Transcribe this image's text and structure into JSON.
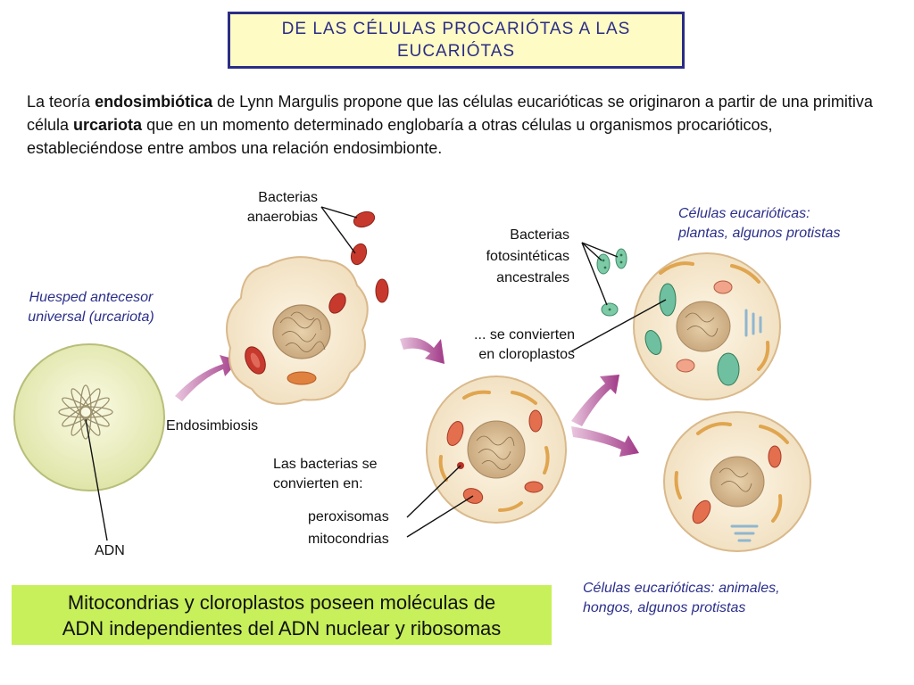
{
  "title": {
    "line1": "DE LAS CÉLULAS PROCARIÓTAS A LAS",
    "line2": "EUCARIÓTAS"
  },
  "intro": {
    "p1": "La teoría ",
    "b1": "endosimbiótica",
    "p2": " de Lynn Margulis propone que las células eucarióticas se originaron a partir de una primitiva célula ",
    "b2": "urcariota",
    "p3": " que en un momento determinado englobaría a otras células u organismos procarióticos, estableciéndose entre ambos una relación endosimbionte."
  },
  "labels": {
    "host_line1": "Huesped antecesor",
    "host_line2": "universal (urcariota)",
    "dna": "ADN",
    "anaerobic_line1": "Bacterias",
    "anaerobic_line2": "anaerobias",
    "endosymbiosis": "Endosimbiosis",
    "become_line1": "Las bacterias se",
    "become_line2": "convierten en:",
    "peroxisomes": "peroxisomas",
    "mitochondria": "mitocondrias",
    "photo_line1": "Bacterias",
    "photo_line2": "fotosintéticas",
    "photo_line3": "ancestrales",
    "chloro_line1": "... se convierten",
    "chloro_line2": "en cloroplastos",
    "plants_line1": "Células eucarióticas:",
    "plants_line2": "plantas, algunos protistas",
    "animals_line1": "Células eucarióticas: animales,",
    "animals_line2": "hongos, algunos protistas"
  },
  "conclusion": {
    "line1": "Mitocondrias y cloroplastos poseen moléculas de",
    "line2": "ADN independientes del ADN nuclear y ribosomas"
  },
  "colors": {
    "title_border": "#2a2d86",
    "title_bg": "#fffbc4",
    "accent_blue": "#2b2f8a",
    "conclusion_bg": "#c7f05a",
    "cell_fill": "#f6ecd4",
    "mitochondria": "#c8392d",
    "chloroplast": "#6fc0a0",
    "arrow": "#a8438f"
  }
}
